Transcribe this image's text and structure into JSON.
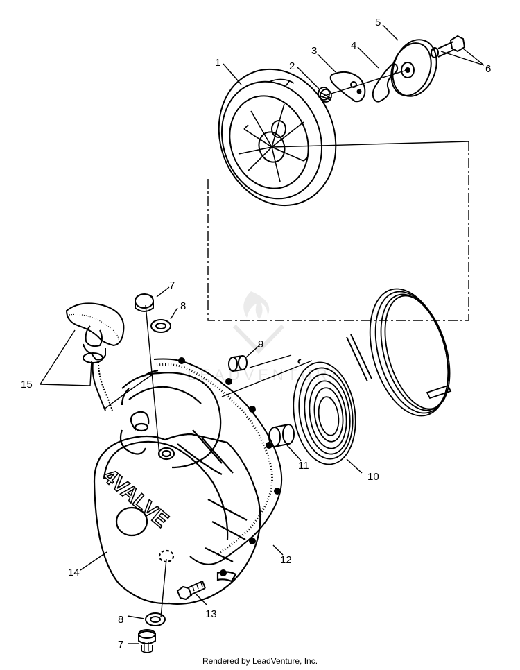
{
  "cover_text": "4VALVE",
  "watermark": "LEADVENTURE",
  "footer": "Rendered by LeadVenture, Inc.",
  "callouts": [
    {
      "id": "1",
      "text": "1"
    },
    {
      "id": "2",
      "text": "2"
    },
    {
      "id": "3",
      "text": "3"
    },
    {
      "id": "4",
      "text": "4"
    },
    {
      "id": "5",
      "text": "5"
    },
    {
      "id": "6",
      "text": "6"
    },
    {
      "id": "7a",
      "text": "7"
    },
    {
      "id": "8a",
      "text": "8"
    },
    {
      "id": "9",
      "text": "9"
    },
    {
      "id": "15",
      "text": "15"
    },
    {
      "id": "11",
      "text": "11"
    },
    {
      "id": "10",
      "text": "10"
    },
    {
      "id": "12",
      "text": "12"
    },
    {
      "id": "14",
      "text": "14"
    },
    {
      "id": "13",
      "text": "13"
    },
    {
      "id": "8b",
      "text": "8"
    },
    {
      "id": "7b",
      "text": "7"
    }
  ]
}
